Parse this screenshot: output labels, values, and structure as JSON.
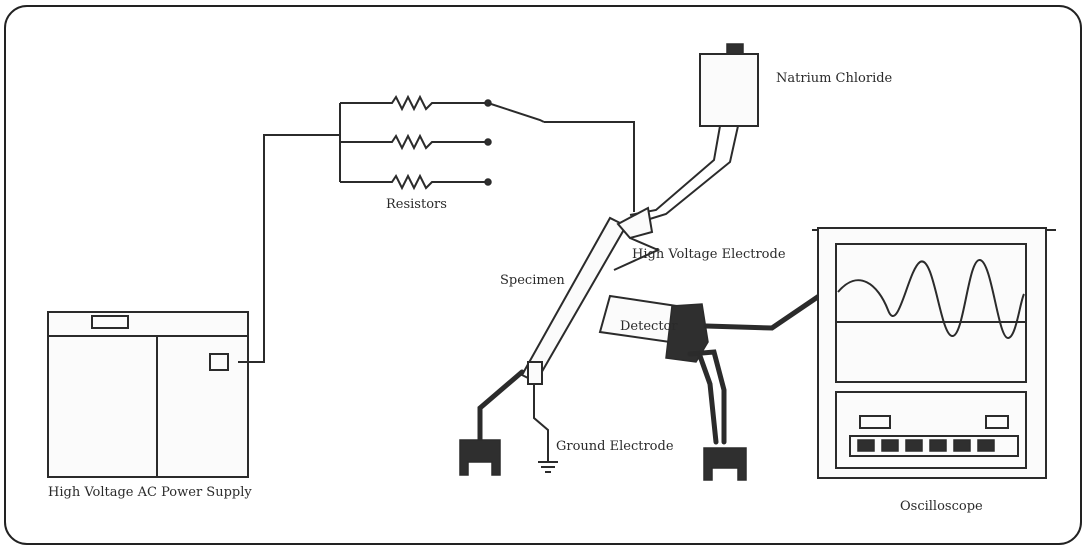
{
  "labels": {
    "natrium_chloride": "Natrium Chloride",
    "resistors": "Resistors",
    "high_voltage_electrode": "High Voltage Electrode",
    "specimen": "Specimen",
    "detector": "Detector",
    "ground_electrode": "Ground Electrode",
    "power_supply": "High Voltage AC Power Supply",
    "oscilloscope": "Oscilloscope"
  },
  "colors": {
    "ink": "#2b2b2b",
    "background": "#ffffff"
  }
}
